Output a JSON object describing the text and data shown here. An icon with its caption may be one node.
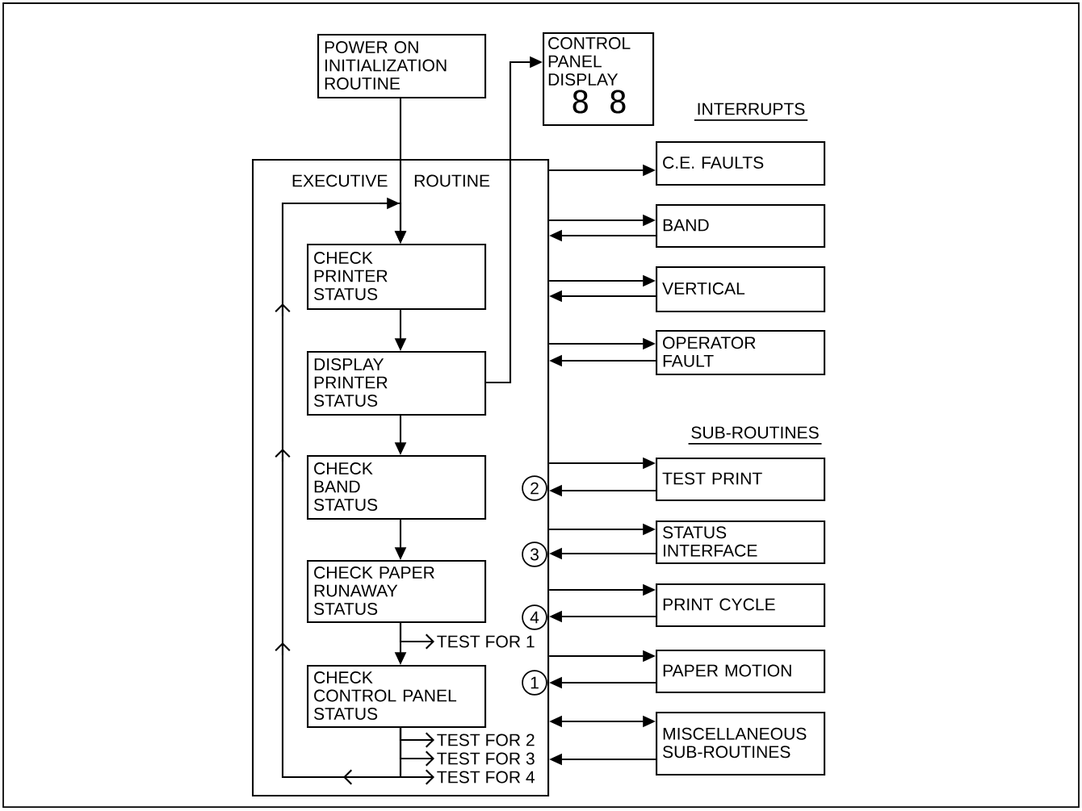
{
  "diagram": {
    "nodes": [
      {
        "text": [
          "POWER ON INITIALIZATION ROUTINE"
        ]
      },
      {
        "text": [
          "CONTROL PANEL DISPLAY",
          "8 8"
        ]
      },
      {
        "text": [
          "EXECUTIVE ROUTINE"
        ]
      },
      {
        "text": [
          "CHECK PRINTER STATUS"
        ],
        "in": 2
      },
      {
        "text": [
          "DISPLAY PRINTER STATUS"
        ],
        "in": 2
      },
      {
        "text": [
          "CHECK BAND STATUS"
        ],
        "in": 2
      },
      {
        "text": [
          "CHECK PAPER RUNAWAY STATUS"
        ],
        "in": 2
      },
      {
        "text": [
          "CHECK CONTROL PANEL STATUS"
        ],
        "in": 2
      },
      {
        "text": [
          "TEST FOR 1"
        ],
        "in": 2
      },
      {
        "text": [
          "TEST FOR 2"
        ],
        "in": 2
      },
      {
        "text": [
          "TEST FOR 3"
        ],
        "in": 2
      },
      {
        "text": [
          "TEST FOR 4"
        ],
        "in": 2
      },
      {
        "text": [
          "C.E. FAULTS"
        ]
      },
      {
        "text": [
          "BAND"
        ]
      },
      {
        "text": [
          "VERTICAL"
        ]
      },
      {
        "text": [
          "OPERATOR FAULT"
        ]
      },
      {
        "text": [
          "TEST PRINT"
        ]
      },
      {
        "text": [
          "STATUS INTERFACE"
        ]
      },
      {
        "text": [
          "PRINT CYCLE"
        ]
      },
      {
        "text": [
          "PAPER MOTION"
        ]
      },
      {
        "text": [
          "MISCELLANEOUS SUB-ROUTINES"
        ]
      }
    ],
    "edges": [
      {
        "from": 0,
        "to": 3,
        "arrow": "to"
      },
      {
        "from": 3,
        "to": 4,
        "arrow": "to"
      },
      {
        "from": 4,
        "to": 5,
        "arrow": "to"
      },
      {
        "from": 5,
        "to": 6,
        "arrow": "to"
      },
      {
        "from": 6,
        "to": 7,
        "arrow": "to"
      },
      {
        "from": 6,
        "to": 8,
        "arrow": "to"
      },
      {
        "from": 7,
        "to": 9,
        "arrow": "to"
      },
      {
        "from": 7,
        "to": 10,
        "arrow": "to"
      },
      {
        "from": 7,
        "to": 11,
        "arrow": "to"
      },
      {
        "from": 7,
        "to": 3,
        "arrow": "to"
      },
      {
        "from": 4,
        "to": 1,
        "arrow": "to"
      },
      {
        "from": 2,
        "to": 12,
        "arrow": "to"
      },
      {
        "from": 2,
        "to": 13,
        "arrow": "to"
      },
      {
        "from": 13,
        "to": 2,
        "arrow": "to"
      },
      {
        "from": 2,
        "to": 14,
        "arrow": "to"
      },
      {
        "from": 14,
        "to": 2,
        "arrow": "to"
      },
      {
        "from": 2,
        "to": 15,
        "arrow": "to"
      },
      {
        "from": 15,
        "to": 2,
        "arrow": "to"
      },
      {
        "from": 2,
        "to": 16,
        "arrow": "to"
      },
      {
        "from": 16,
        "to": 2,
        "arrow": "to"
      },
      {
        "from": 2,
        "to": 17,
        "arrow": "to"
      },
      {
        "from": 17,
        "to": 2,
        "arrow": "to"
      },
      {
        "from": 2,
        "to": 18,
        "arrow": "to"
      },
      {
        "from": 18,
        "to": 2,
        "arrow": "to"
      },
      {
        "from": 2,
        "to": 19,
        "arrow": "to"
      },
      {
        "from": 19,
        "to": 2,
        "arrow": "to"
      },
      {
        "from": 2,
        "to": 20,
        "arrow": "both"
      },
      {
        "from": 20,
        "to": 2,
        "arrow": "to"
      }
    ],
    "labels": [
      "INTERRUPTS",
      "SUB-ROUTINES",
      "2",
      "3",
      "4",
      "1"
    ]
  }
}
